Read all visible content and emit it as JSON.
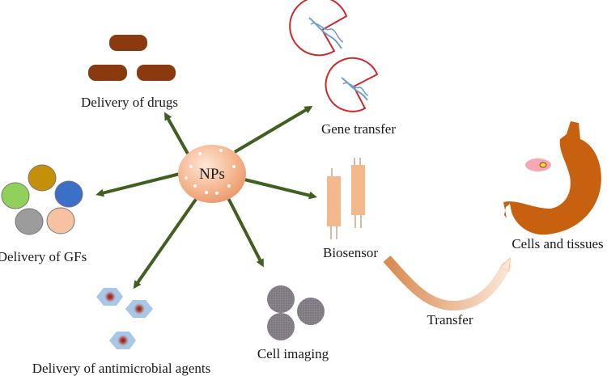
{
  "hub": {
    "label": "NPs"
  },
  "applications": {
    "drugs": "Delivery of drugs",
    "gene": "Gene transfer",
    "gfs": "Delivery of GFs",
    "biosensor": "Biosensor",
    "antimicrobial": "Delivery of antimicrobial agents",
    "imaging": "Cell imaging",
    "cells_tissues": "Cells and tissues"
  },
  "transfer": {
    "label": "Transfer"
  },
  "colors": {
    "arrow": "#3f6020",
    "drug": "#8b3a10",
    "gene_outline": "#cc2a2a",
    "dna": "#6c9bd2",
    "gf_green": "#8fd15a",
    "gf_gold": "#c4900a",
    "gf_blue": "#3b6fc8",
    "gf_gray": "#9c9c9c",
    "gf_peach": "#f6c2a2",
    "biosensor": "#f3b88c",
    "stomach": "#c8610f",
    "imaging": "#837c86",
    "hexagon": "#a8c8ea"
  }
}
